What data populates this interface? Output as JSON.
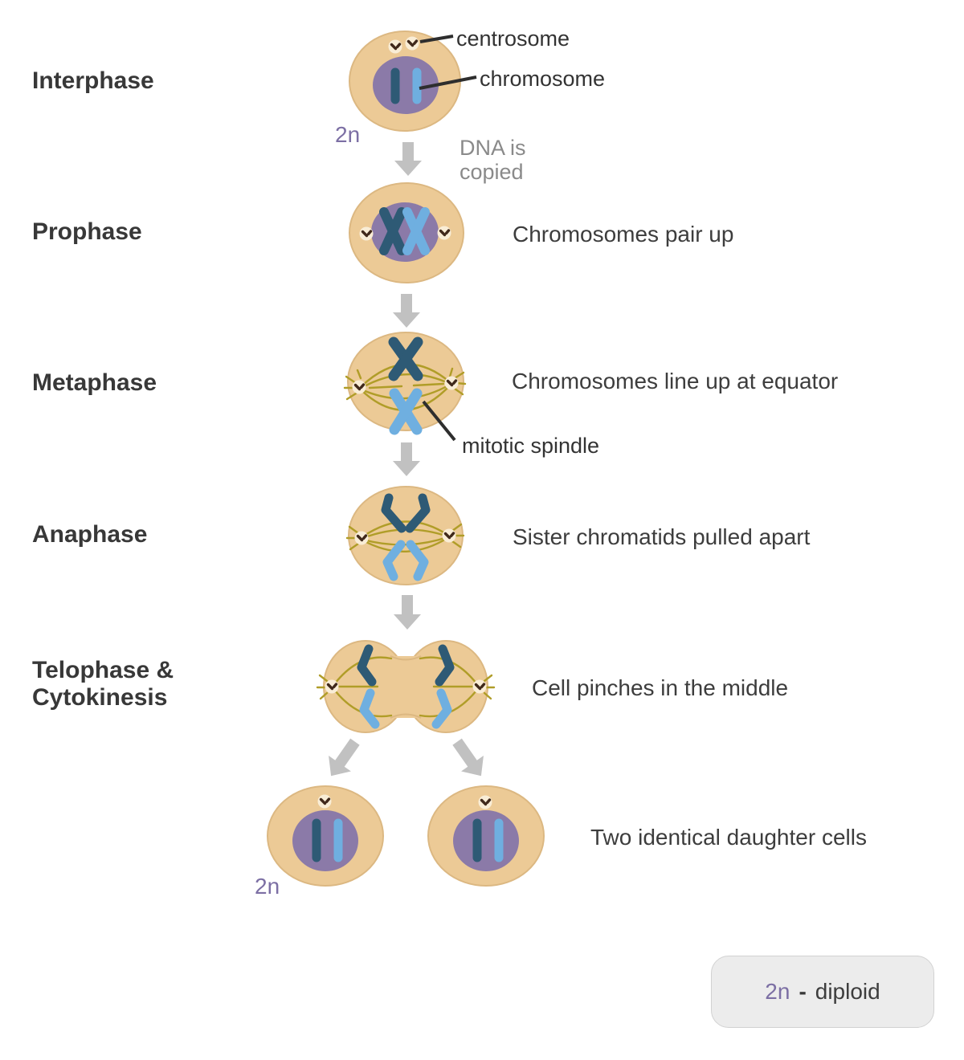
{
  "palette": {
    "cell_fill": "#ecca96",
    "cell_edge": "#dcb882",
    "nucleus": "#8b7aa8",
    "chromosome_dark": "#2e5a75",
    "chromosome_light": "#6fafe0",
    "centrosome_fill": "#f9edd6",
    "centriole": "#40291b",
    "spindle": "#b09d28",
    "arrow": "#c1c1c1",
    "pointer_line": "#2e2e2e",
    "stage_label": "#383838",
    "description_text": "#3d3d3d",
    "annotation_text": "#333333",
    "muted_text": "#8a8a8a",
    "ploidy_text": "#7c6fa4",
    "legend_bg": "#ececec",
    "legend_border": "#d2d2d2"
  },
  "interphase": {
    "label": "Interphase",
    "ploidy": "2n",
    "annotations": {
      "centrosome": "centrosome",
      "chromosome": "chromosome"
    },
    "transition": {
      "line1": "DNA is",
      "line2": "copied"
    }
  },
  "prophase": {
    "label": "Prophase",
    "description": "Chromosomes pair up"
  },
  "metaphase": {
    "label": "Metaphase",
    "description": "Chromosomes line up at equator",
    "annotation": "mitotic spindle"
  },
  "anaphase": {
    "label": "Anaphase",
    "description": "Sister chromatids pulled apart"
  },
  "telophase": {
    "label_line1": "Telophase &",
    "label_line2": "Cytokinesis",
    "description": "Cell pinches in the middle"
  },
  "daughter_cells": {
    "description": "Two identical daughter cells",
    "ploidy": "2n"
  },
  "legend": {
    "symbol": "2n",
    "separator": "-",
    "term": "diploid"
  }
}
